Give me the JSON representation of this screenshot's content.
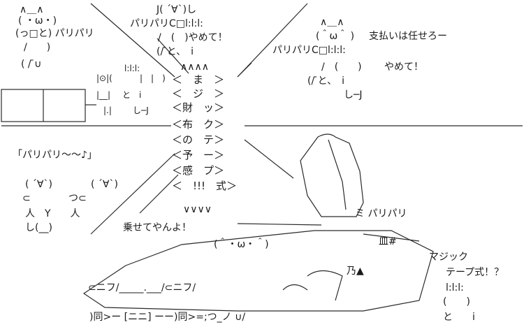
{
  "top_center": {
    "face": "J( ´∀`)し",
    "line1": "パリパリC□l:l:l:",
    "line2": "/　(　)やめて！",
    "line3": "(/ ̄と、　i"
  },
  "top_left": {
    "ears": "∧＿∧",
    "face": "( ・ω・)",
    "sound": "(っ□と) パリパリ",
    "body1": "/　　)",
    "body2": "( / ̄∪"
  },
  "top_right": {
    "ears": "∧＿∧",
    "face": "(＾ω＾ )",
    "speech": "支払いは任せろー",
    "sound": "パリパリC□l:l:l:",
    "body": "/　(　　)",
    "cry": "やめて！",
    "body2": "(/ ̄と、　i",
    "feet": "し─J"
  },
  "small_fig": {
    "ears": "l:l:l:",
    "face": "|　|　)",
    "hand": "と　i",
    "feet": "し─J",
    "box1": "|⊙|(",
    "box2": "|__|",
    "box3": "|.|"
  },
  "radial_text": {
    "top": "∧∧∧∧",
    "rows": [
      "＜　ま　＞",
      "＜　ジ　＞",
      "＜財　ッ＞",
      "＜布　ク＞",
      "＜の　テ＞",
      "＜予　ー＞",
      "＜感　プ＞",
      "＜　!!!　式＞"
    ],
    "bottom": "∨∨∨∨"
  },
  "mid_left": {
    "speech": "「パリパリ〜〜♪」",
    "face1": "( ´∀`)",
    "face2": "( ´∀`)",
    "hands1": "⊂",
    "hands2": "つ⊂",
    "feet": "人　Y　　人",
    "bottom": "し(__)"
  },
  "ride": {
    "cry": "乗せてやんよ！",
    "face": "(＾・ω・＾)"
  },
  "machine": {
    "bottom_left": "⊂ニフ/_____.___/⊂ニフ/",
    "bottom_row": ")同>ー [ニニ] ーー)同>=;つ_ノ ∪/",
    "items": "皿#",
    "brand": "乃▲",
    "sound": "ミ パリパリ"
  },
  "right_fig": {
    "cry": "マジック",
    "cry2": "テープ式！？",
    "ears": "l:l:l:",
    "body": "(　　)",
    "feet": "と　　i"
  }
}
